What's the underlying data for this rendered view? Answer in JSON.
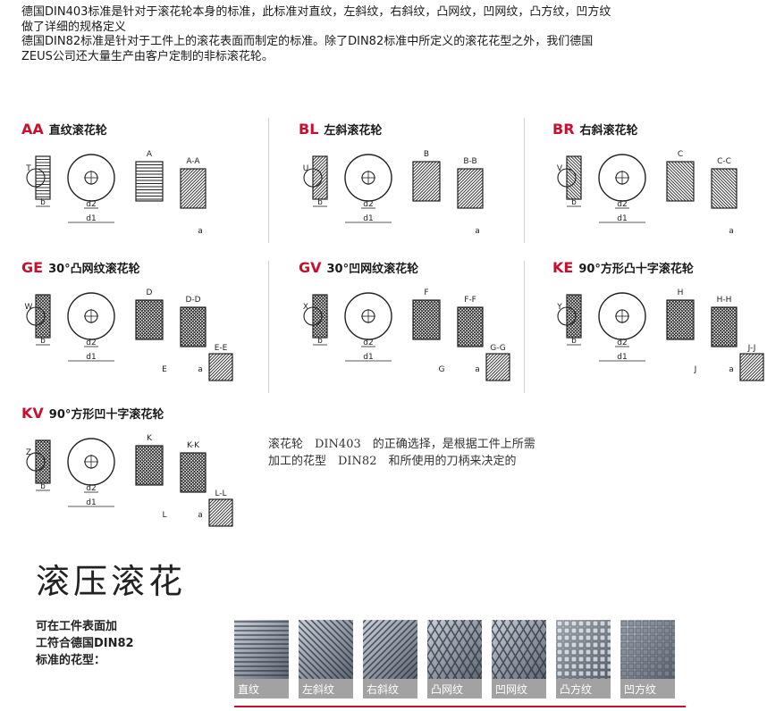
{
  "intro": {
    "line1": "德国DIN403标准是针对于滚花轮本身的标准，此标准对直纹，左斜纹，右斜纹，凸网纹，凹网纹，凸方纹，凹方纹",
    "line2": "做了详细的规格定义",
    "line3": "德国DIN82标准是针对于工件上的滚花表面而制定的标准。除了DIN82标准中所定义的滚花花型之外，我们德国",
    "line4": "ZEUS公司还大量生产由客户定制的非标滚花轮。"
  },
  "types": [
    {
      "code": "AA",
      "label": "直纹滚花轮",
      "letter": "T"
    },
    {
      "code": "BL",
      "label": "左斜滚花轮",
      "letter": "U"
    },
    {
      "code": "BR",
      "label": "右斜滚花轮",
      "letter": "V"
    },
    {
      "code": "GE",
      "label": "30°凸网纹滚花轮",
      "letter": "W"
    },
    {
      "code": "GV",
      "label": "30°凹网纹滚花轮",
      "letter": "X"
    },
    {
      "code": "KE",
      "label": "90°方形凸十字滚花轮",
      "letter": "Y"
    },
    {
      "code": "KV",
      "label": "90°方形凹十字滚花轮",
      "letter": "Z"
    }
  ],
  "dims": {
    "b": "b",
    "d1": "d1",
    "d2": "d2",
    "a": "a"
  },
  "sections": {
    "AA": [
      "A",
      "A-A"
    ],
    "BL": [
      "B",
      "B-B"
    ],
    "BR": [
      "C",
      "C-C"
    ],
    "GE": [
      "D-D",
      "E-E",
      "D",
      "E"
    ],
    "GV": [
      "F-F",
      "G-G",
      "F",
      "G"
    ],
    "KE": [
      "H-H",
      "J-J",
      "H",
      "J"
    ],
    "KV": [
      "K-K",
      "L-L",
      "K",
      "L"
    ]
  },
  "angles": {
    "thirty": "30°"
  },
  "note": {
    "line1": "滚花轮　DIN403　的正确选择，是根据工件上所需",
    "line2": "加工的花型　DIN82　和所使用的刀柄来决定的"
  },
  "big_title": "滚压滚花",
  "samples_label": {
    "line1": "可在工件表面加",
    "line2": "工符合德国DIN82",
    "line3": "标准的花型："
  },
  "samples": [
    {
      "label": "直纹"
    },
    {
      "label": "左斜纹"
    },
    {
      "label": "右斜纹"
    },
    {
      "label": "凸网纹"
    },
    {
      "label": "凹网纹"
    },
    {
      "label": "凸方纹"
    },
    {
      "label": "凹方纹"
    }
  ],
  "colors": {
    "accent": "#c8102e",
    "label_bar": "#a2a2a2"
  }
}
